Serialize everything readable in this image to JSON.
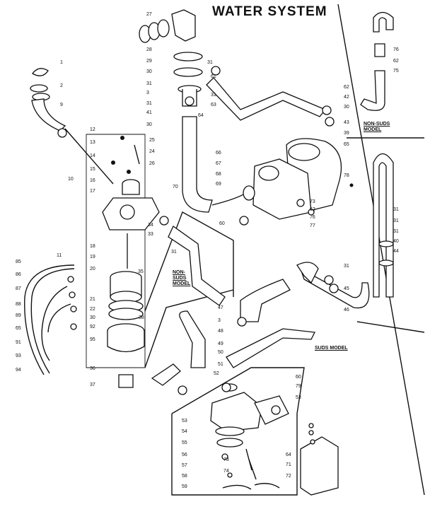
{
  "title": "WATER SYSTEM",
  "labels": {
    "non_suds_top": [
      "NON-SUDS",
      "MODEL"
    ],
    "non_suds_mid": [
      "NON-",
      "SUDS",
      "MODEL"
    ],
    "suds_model": "SUDS MODEL"
  },
  "part_numbers": [
    "1",
    "2",
    "9",
    "12",
    "13",
    "14",
    "10",
    "15",
    "16",
    "17",
    "18",
    "19",
    "20",
    "21",
    "22",
    "11",
    "85",
    "86",
    "87",
    "88",
    "89",
    "65",
    "91",
    "93",
    "94",
    "30",
    "92",
    "95",
    "36",
    "37",
    "38",
    "34",
    "33",
    "35",
    "24",
    "25",
    "26",
    "27",
    "28",
    "29",
    "30",
    "31",
    "3",
    "31",
    "41",
    "30",
    "31",
    "61",
    "31",
    "63",
    "64",
    "62",
    "42",
    "30",
    "43",
    "39",
    "65",
    "66",
    "67",
    "68",
    "69",
    "70",
    "60",
    "73",
    "62",
    "76",
    "77",
    "78",
    "76",
    "62",
    "75",
    "31",
    "31",
    "31",
    "40",
    "44",
    "31",
    "45",
    "46",
    "31",
    "47",
    "3",
    "48",
    "49",
    "50",
    "51",
    "52",
    "53",
    "54",
    "55",
    "56",
    "57",
    "58",
    "59",
    "60",
    "79",
    "53",
    "64",
    "71",
    "72",
    "73",
    "74"
  ]
}
